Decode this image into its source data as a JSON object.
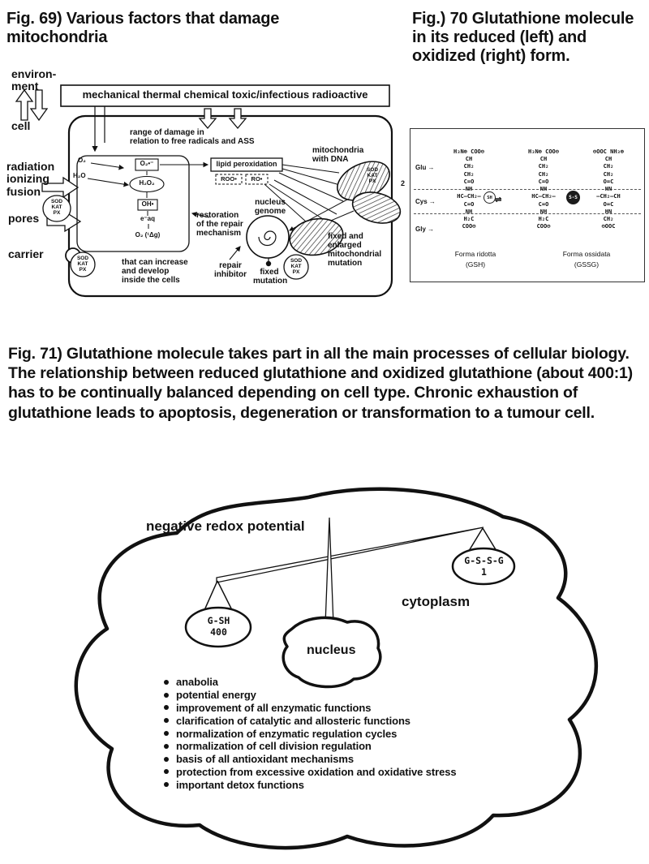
{
  "fig69": {
    "title": "Fig. 69)   Various factors that damage mitochondria",
    "side_labels": {
      "environment": "environ-\nment",
      "cell": "cell",
      "radiation": "radiation\nionizing\nfusion",
      "pores": "pores",
      "carrier": "carrier"
    },
    "damage_box": "mechanical  thermal  chemical  toxic/infectious radioactive",
    "range_note": "range of damage in\nrelation to free radicals and ASS",
    "species": {
      "o2_in": "O₂",
      "h2o": "H₂O",
      "superoxide": "O₂•⁻",
      "peroxide": "H₂O₂",
      "hydroxyl": "OH•",
      "electron": "e⁻aq",
      "singlet": "O₂ (¹Δg)"
    },
    "sod": "SOD\nKAT\nPX",
    "lipid": "lipid peroxidation",
    "roo": "ROO•",
    "ro": "RO•",
    "mito_dna": "mitochondria\nwith DNA",
    "nucleus_genome": "nucleus\ngenome",
    "restoration": "restoration\nof the repair\nmechanism",
    "increase_note": "that can increase\nand develop\ninside the cells",
    "repair_inhibitor": "repair\ninhibitor",
    "fixed_mutation": "fixed\nmutation",
    "fixed_enlarged": "fixed and\nenlarged\nmitochondrial\nmutation"
  },
  "fig70": {
    "title": "Fig.) 70   Glutathione molecule in its reduced (left) and oxidized (right) form.",
    "side_mark": "2",
    "residues": {
      "glu": "Glu →",
      "cys": "Cys →",
      "gly": "Gly →"
    },
    "equilibrium": "⇌",
    "struct_gsh": "H₃N⊕  COO⊖\nCH\nCH₂\nCH₂\nC=O\nNH\nHC–CH₂–\nC=O\nNH\nH₂C\nCOO⊖",
    "badge_sh": "SH",
    "struct_gssg_left": "H₃N⊕  COO⊖\nCH\nCH₂\nCH₂\nC=O\nNH\nHC–CH₂–\nC=O\nNH\nH₂C\nCOO⊖",
    "badge_ss": "S-S",
    "struct_gssg_right": "⊖OOC  NH₃⊕\nCH\nCH₂\nCH₂\nO=C\nHN\n–CH₂–CH\nO=C\nHN\nCH₂\n⊖OOC",
    "forma_ridotta": "Forma ridotta\n(GSH)",
    "forma_ossidata": "Forma ossidata\n(GSSG)"
  },
  "fig71": {
    "caption": "Fig. 71)   Glutathione molecule takes part in all the main processes of cellular biology. The relationship between reduced glutathione and oxidized glutathione (about 400:1) has to be continually balanced depending on cell type. Chronic exhaustion of glutathione leads to apoptosis, degeneration or transformation to a tumour cell.",
    "redox_label": "negative redox potential",
    "cytoplasm": "cytoplasm",
    "nucleus": "nucleus",
    "left_pan": "G-SH\n400",
    "right_pan": "G-S-S-G\n1",
    "bullets": [
      "anabolia",
      "potential energy",
      "improvement of all enzymatic functions",
      "clarification of catalytic and allosteric functions",
      "normalization of enzymatic regulation cycles",
      "normalization of cell division regulation",
      "basis of all antioxidant mechanisms",
      "protection from excessive oxidation and oxidative stress",
      "important detox functions"
    ]
  }
}
